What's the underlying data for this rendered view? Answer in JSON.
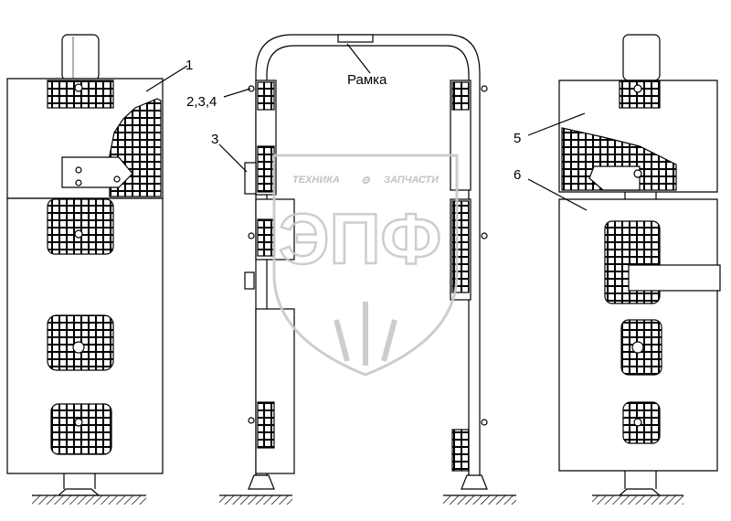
{
  "labels": {
    "part1": "1",
    "part234": "2,3,4",
    "part3": "3",
    "part5": "5",
    "part6": "6",
    "frame": "Рамка"
  },
  "watermark": {
    "line1": "ТЕХНИКА",
    "line2": "ЗАПЧАСТИ",
    "big": "ЭПФ"
  },
  "colors": {
    "line": "#000000",
    "panel_fill": "#ffffff",
    "watermark": "#c8c8c8",
    "hatch": "#000000"
  }
}
